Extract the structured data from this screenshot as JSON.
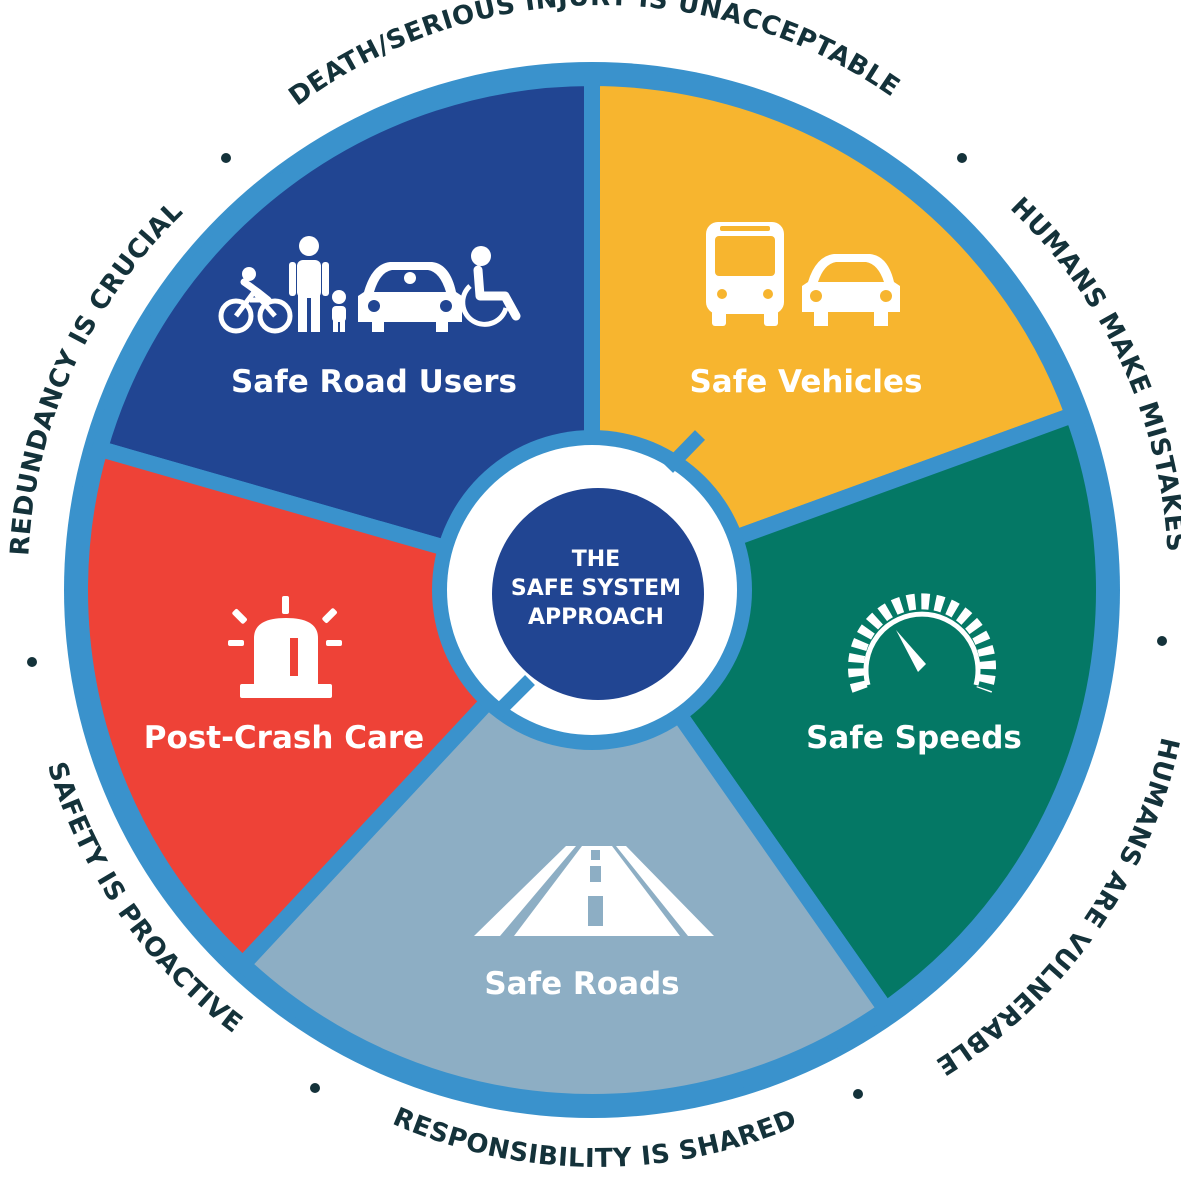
{
  "title_lines": [
    "THE",
    "SAFE SYSTEM",
    "APPROACH"
  ],
  "segments": [
    {
      "label": "Safe Road Users",
      "color": "#214592",
      "icon": "road-users-icon"
    },
    {
      "label": "Safe Vehicles",
      "color": "#f7b52f",
      "icon": "vehicles-icon"
    },
    {
      "label": "Safe Speeds",
      "color": "#047865",
      "icon": "speedometer-icon"
    },
    {
      "label": "Safe Roads",
      "color": "#8daec4",
      "icon": "road-icon"
    },
    {
      "label": "Post-Crash Care",
      "color": "#ee4237",
      "icon": "siren-icon"
    }
  ],
  "principles": [
    "DEATH/SERIOUS INJURY IS UNACCEPTABLE",
    "HUMANS MAKE MISTAKES",
    "HUMANS ARE VULNERABLE",
    "RESPONSIBILITY IS SHARED",
    "SAFETY IS PROACTIVE",
    "REDUNDANCY IS CRUCIAL"
  ],
  "colors": {
    "ring": "#3a92cc",
    "center": "#214592",
    "text_dark": "#14323a",
    "icon": "#ffffff"
  }
}
